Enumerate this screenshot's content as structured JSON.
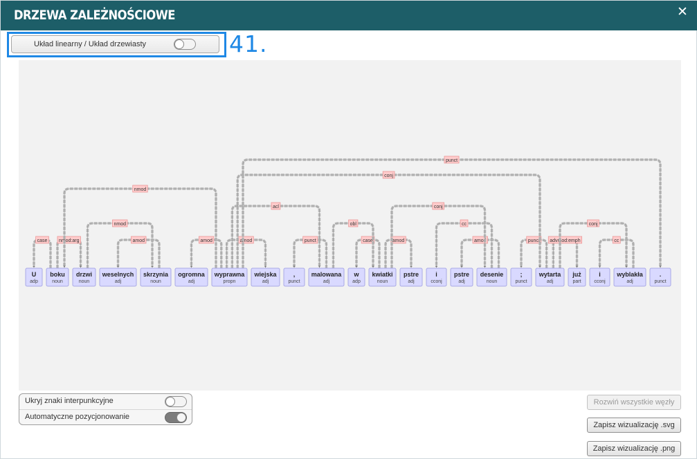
{
  "window": {
    "title": "DRZEWA ZALEŻNOŚCIOWE",
    "close_symbol": "✕"
  },
  "layout_toggle": {
    "label": "Układ linearny / Układ drzewiasty",
    "on": false
  },
  "annotation": "41.",
  "tree": {
    "tokens": [
      {
        "word": "U",
        "pos": "adp"
      },
      {
        "word": "boku",
        "pos": "noun"
      },
      {
        "word": "drzwi",
        "pos": "noun"
      },
      {
        "word": "weselnych",
        "pos": "adj"
      },
      {
        "word": "skrzynia",
        "pos": "noun"
      },
      {
        "word": "ogromna",
        "pos": "adj"
      },
      {
        "word": "wyprawna",
        "pos": "propn"
      },
      {
        "word": "wiejska",
        "pos": "adj"
      },
      {
        "word": ",",
        "pos": "punct"
      },
      {
        "word": "malowana",
        "pos": "adj"
      },
      {
        "word": "w",
        "pos": "adp"
      },
      {
        "word": "kwiatki",
        "pos": "noun"
      },
      {
        "word": "pstre",
        "pos": "adj"
      },
      {
        "word": "i",
        "pos": "cconj"
      },
      {
        "word": "pstre",
        "pos": "adj"
      },
      {
        "word": "desenie",
        "pos": "noun"
      },
      {
        "word": ";",
        "pos": "punct"
      },
      {
        "word": "wytarta",
        "pos": "adj"
      },
      {
        "word": "już",
        "pos": "part"
      },
      {
        "word": "i",
        "pos": "cconj"
      },
      {
        "word": "wyblakła",
        "pos": "adj"
      },
      {
        "word": ".",
        "pos": "punct"
      }
    ],
    "arcs": [
      {
        "head": 1,
        "dep": 0,
        "label": "case"
      },
      {
        "head": 1,
        "dep": 2,
        "label": "nmod:arg"
      },
      {
        "head": 4,
        "dep": 3,
        "label": "amod"
      },
      {
        "head": 2,
        "dep": 4,
        "label": "nmod"
      },
      {
        "head": 6,
        "dep": 5,
        "label": "amod"
      },
      {
        "head": 6,
        "dep": 1,
        "label": "nmod"
      },
      {
        "head": 6,
        "dep": 7,
        "label": "amod"
      },
      {
        "head": 9,
        "dep": 8,
        "label": "punct"
      },
      {
        "head": 6,
        "dep": 9,
        "label": "acl"
      },
      {
        "head": 11,
        "dep": 10,
        "label": "case"
      },
      {
        "head": 9,
        "dep": 11,
        "label": "obl"
      },
      {
        "head": 11,
        "dep": 12,
        "label": "amod"
      },
      {
        "head": 15,
        "dep": 13,
        "label": "cc"
      },
      {
        "head": 15,
        "dep": 14,
        "label": "amod"
      },
      {
        "head": 11,
        "dep": 15,
        "label": "conj"
      },
      {
        "head": 17,
        "dep": 16,
        "label": "punct"
      },
      {
        "head": 17,
        "dep": 18,
        "label": "advmod:emph"
      },
      {
        "head": 20,
        "dep": 19,
        "label": "cc"
      },
      {
        "head": 17,
        "dep": 20,
        "label": "conj"
      },
      {
        "head": 6,
        "dep": 17,
        "label": "conj"
      },
      {
        "head": 6,
        "dep": 21,
        "label": "punct"
      }
    ]
  },
  "options": {
    "hide_punct": {
      "label": "Ukryj znaki interpunkcyjne",
      "on": false
    },
    "auto_position": {
      "label": "Automatyczne pozycjonowanie",
      "on": true
    }
  },
  "buttons": {
    "expand_all": {
      "label": "Rozwiń wszystkie węzły",
      "disabled": true
    },
    "save_svg": {
      "label": "Zapisz wizualizację .svg"
    },
    "save_png": {
      "label": "Zapisz wizualizację .png"
    }
  },
  "colors": {
    "header": "#1d5e68",
    "annotation": "#1e88e5",
    "node_fill": "#d9d9ff",
    "node_border": "#a9a9e6",
    "label_fill": "#ffcccc",
    "label_border": "#e88f8f",
    "arc": "#b8b8b8"
  }
}
